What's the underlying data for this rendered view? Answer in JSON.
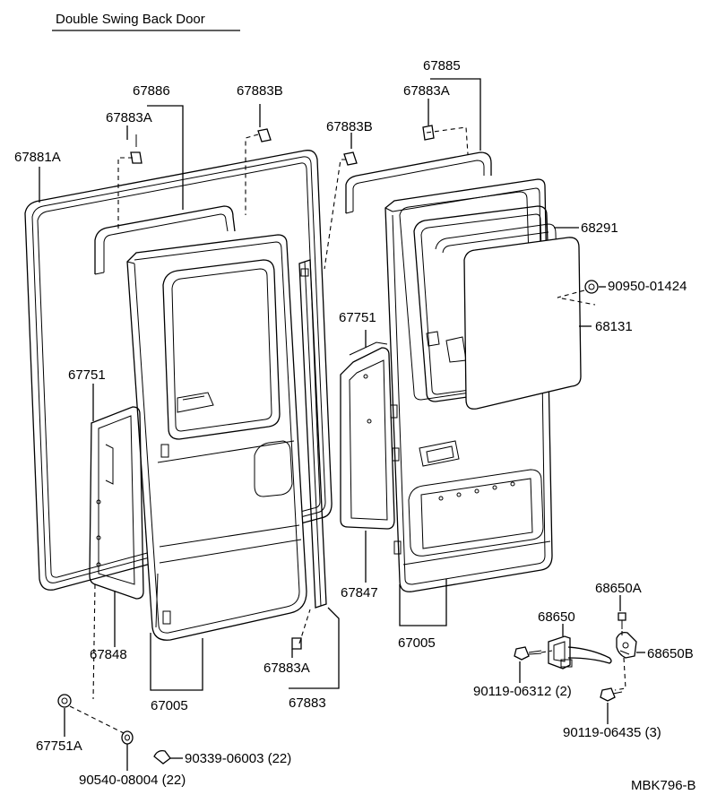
{
  "title": "Double Swing Back Door",
  "drawing_code": "MBK796-B",
  "parts": {
    "p67885": "67885",
    "p67883A_right": "67883A",
    "p67886": "67886",
    "p67883B_left": "67883B",
    "p67883A_left": "67883A",
    "p67883B_mid": "67883B",
    "p67881A": "67881A",
    "p68291": "68291",
    "p90950": "90950-01424",
    "p68131": "68131",
    "p67751_right": "67751",
    "p67751_left": "67751",
    "p67847": "67847",
    "p67005_right": "67005",
    "p67848": "67848",
    "p67883A_bottom": "67883A",
    "p67005_left": "67005",
    "p67883": "67883",
    "p68650A": "68650A",
    "p68650": "68650",
    "p68650B": "68650B",
    "p90119_06312": "90119-06312 (2)",
    "p90119_06435": "90119-06435 (3)",
    "p67751A": "67751A",
    "p90339": "90339-06003 (22)",
    "p90540": "90540-08004 (22)"
  }
}
